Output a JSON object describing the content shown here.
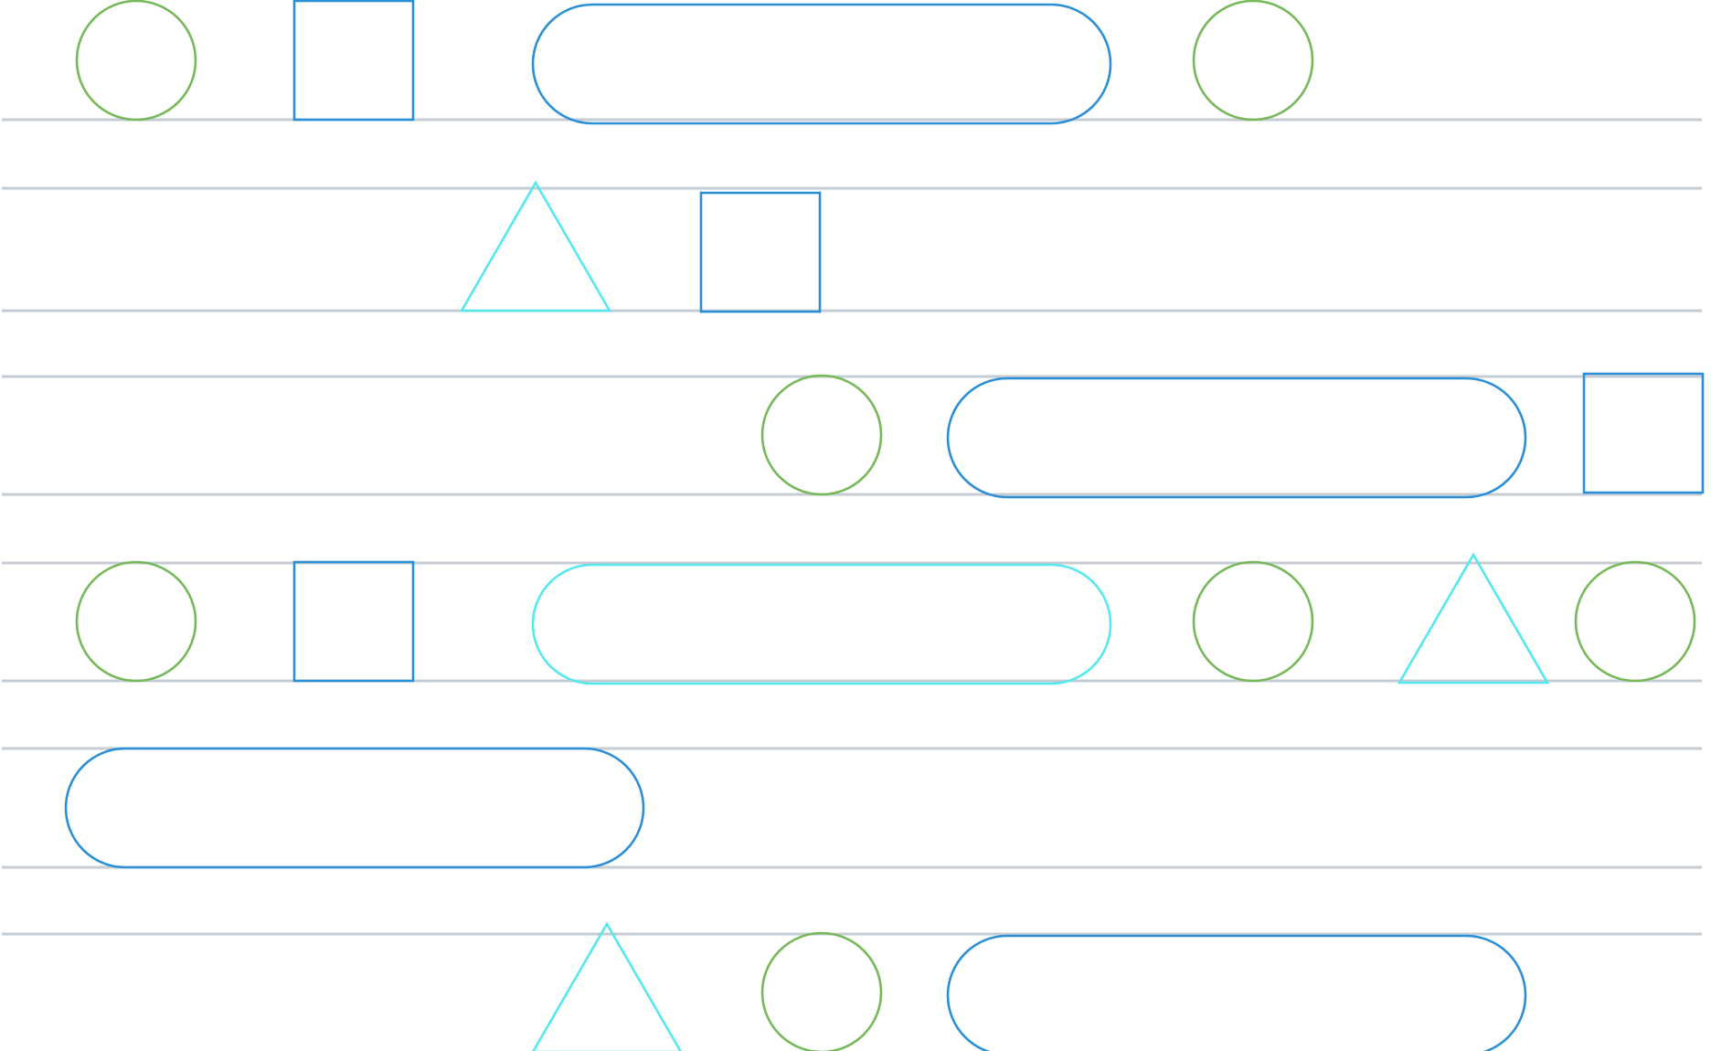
{
  "colors": {
    "background": "#ffffff",
    "rule": "#c5ccd4",
    "circle": "#77b85a",
    "square": "#2b8fd6",
    "pill_blue": "#2b8fd6",
    "cyan": "#55e8ee"
  },
  "rows": [
    {
      "name": "row-1",
      "shapes": [
        {
          "type": "circle",
          "color": "circle"
        },
        {
          "type": "square",
          "color": "square"
        },
        {
          "type": "pill",
          "color": "pill_blue"
        },
        {
          "type": "circle",
          "color": "circle"
        }
      ]
    },
    {
      "name": "row-2",
      "shapes": [
        {
          "type": "triangle",
          "color": "cyan"
        },
        {
          "type": "square",
          "color": "square"
        }
      ]
    },
    {
      "name": "row-3",
      "shapes": [
        {
          "type": "circle",
          "color": "circle"
        },
        {
          "type": "pill",
          "color": "pill_blue"
        },
        {
          "type": "square",
          "color": "square"
        }
      ]
    },
    {
      "name": "row-4",
      "shapes": [
        {
          "type": "circle",
          "color": "circle"
        },
        {
          "type": "square",
          "color": "square"
        },
        {
          "type": "pill",
          "color": "cyan"
        },
        {
          "type": "circle",
          "color": "circle"
        },
        {
          "type": "triangle",
          "color": "cyan"
        },
        {
          "type": "circle",
          "color": "circle"
        }
      ]
    },
    {
      "name": "row-5",
      "shapes": [
        {
          "type": "pill",
          "color": "pill_blue"
        }
      ]
    },
    {
      "name": "row-6",
      "shapes": [
        {
          "type": "triangle",
          "color": "cyan"
        },
        {
          "type": "circle",
          "color": "circle"
        },
        {
          "type": "pill",
          "color": "pill_blue"
        }
      ]
    }
  ]
}
